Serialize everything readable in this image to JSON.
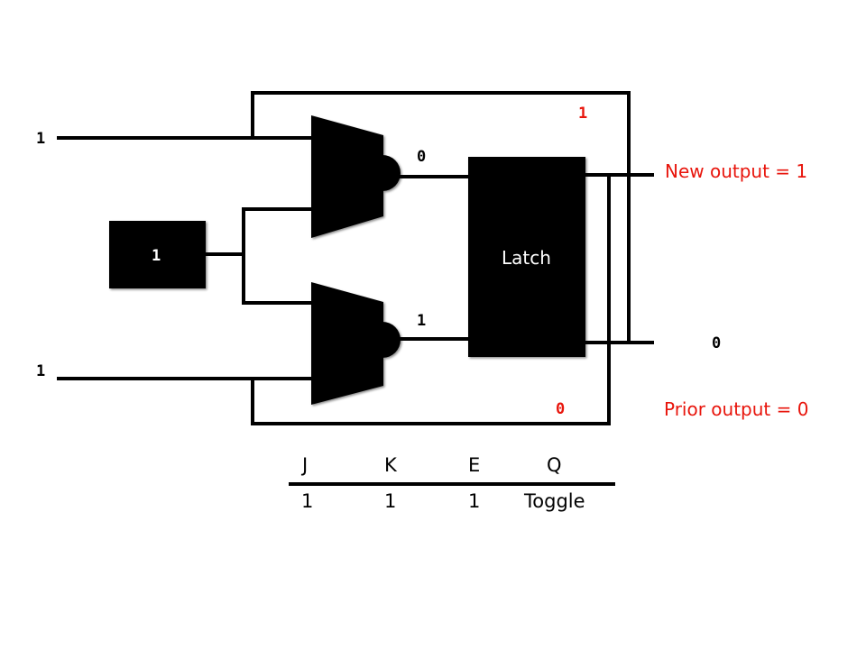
{
  "inputs": {
    "j_value": "1",
    "k_value": "1",
    "enable_value": "1"
  },
  "gates": {
    "top_output": "0",
    "bottom_output": "1"
  },
  "latch": {
    "label": "Latch"
  },
  "feedback": {
    "top_value": "1",
    "bottom_value": "0"
  },
  "outputs": {
    "q_label": "New output = 1",
    "q_bar_value": "0",
    "prior_label": "Prior output = 0"
  },
  "truth_table": {
    "headers": [
      "J",
      "K",
      "E",
      "Q"
    ],
    "row": [
      "1",
      "1",
      "1",
      "Toggle"
    ]
  },
  "colors": {
    "wire": "#000000",
    "highlight": "#e8150c"
  }
}
